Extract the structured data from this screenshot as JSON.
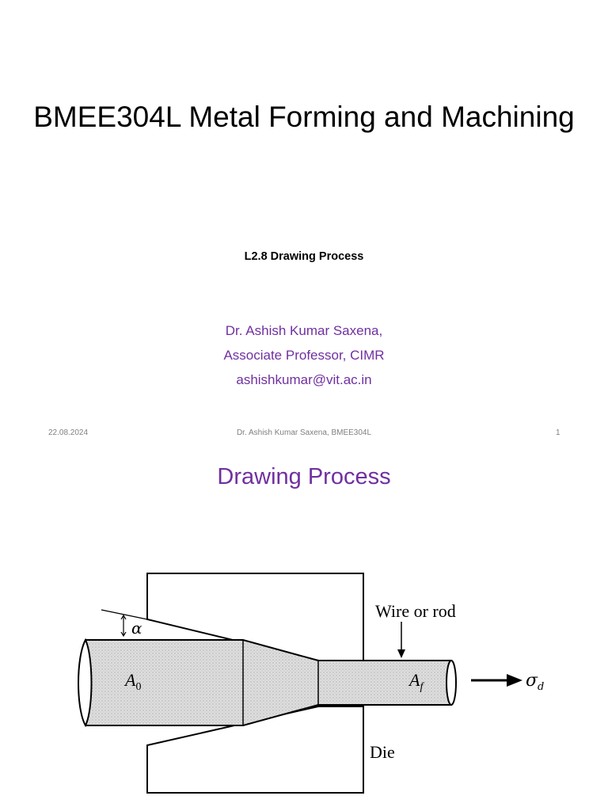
{
  "slide1": {
    "title": "BMEE304L Metal Forming and Machining",
    "subtitle": "L2.8 Drawing Process",
    "author": {
      "name": "Dr. Ashish Kumar Saxena,",
      "role": "Associate Professor, CIMR",
      "email": "ashishkumar@vit.ac.in"
    },
    "footer": {
      "date": "22.08.2024",
      "center": "Dr. Ashish Kumar Saxena, BMEE304L",
      "page": "1"
    }
  },
  "slide2": {
    "title": "Drawing Process",
    "diagram": {
      "labels": {
        "wire": "Wire or rod",
        "die": "Die",
        "alpha": "α",
        "a0": "A",
        "a0_sub": "0",
        "af": "A",
        "af_sub": "f",
        "sigma": "σ",
        "sigma_sub": "d"
      }
    }
  },
  "colors": {
    "accent": "#7030a0",
    "footer": "#7f7f7f",
    "stipple": "#c8c8c8"
  }
}
